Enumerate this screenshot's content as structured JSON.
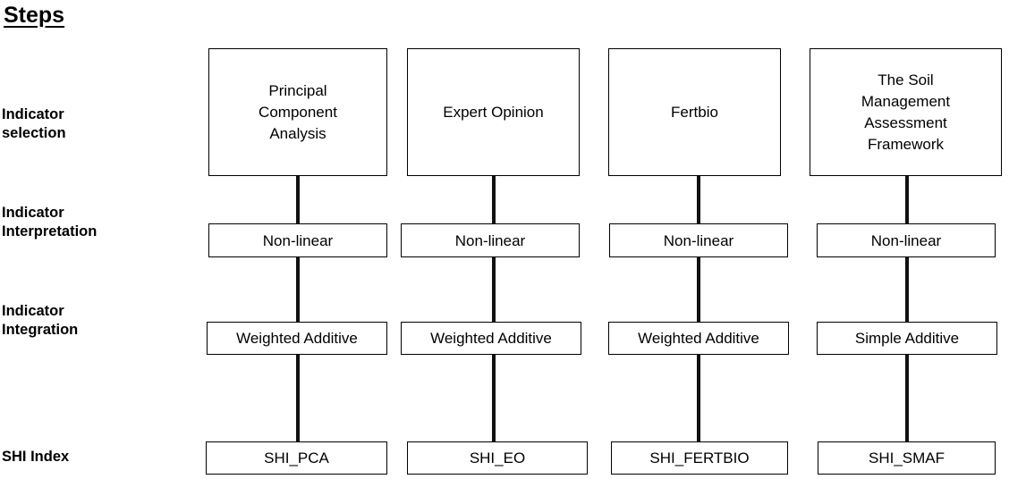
{
  "title": "Steps",
  "row_labels": [
    "Indicator\nselection",
    "Indicator\nInterpretation",
    "Indicator\nIntegration",
    "SHI Index"
  ],
  "columns": [
    {
      "indicator_selection": "Principal\nComponent\nAnalysis",
      "indicator_interpretation": "Non-linear",
      "indicator_integration": "Weighted Additive",
      "shi_index": "SHI_PCA"
    },
    {
      "indicator_selection": "Expert Opinion",
      "indicator_interpretation": "Non-linear",
      "indicator_integration": "Weighted Additive",
      "shi_index": "SHI_EO"
    },
    {
      "indicator_selection": "Fertbio",
      "indicator_interpretation": "Non-linear",
      "indicator_integration": "Weighted Additive",
      "shi_index": "SHI_FERTBIO"
    },
    {
      "indicator_selection": "The Soil\nManagement\nAssessment\nFramework",
      "indicator_interpretation": "Non-linear",
      "indicator_integration": "Simple Additive",
      "shi_index": "SHI_SMAF"
    }
  ],
  "colors": {
    "background": "#ffffff",
    "box_border": "#000000",
    "connector": "#111111",
    "text": "#000000"
  }
}
